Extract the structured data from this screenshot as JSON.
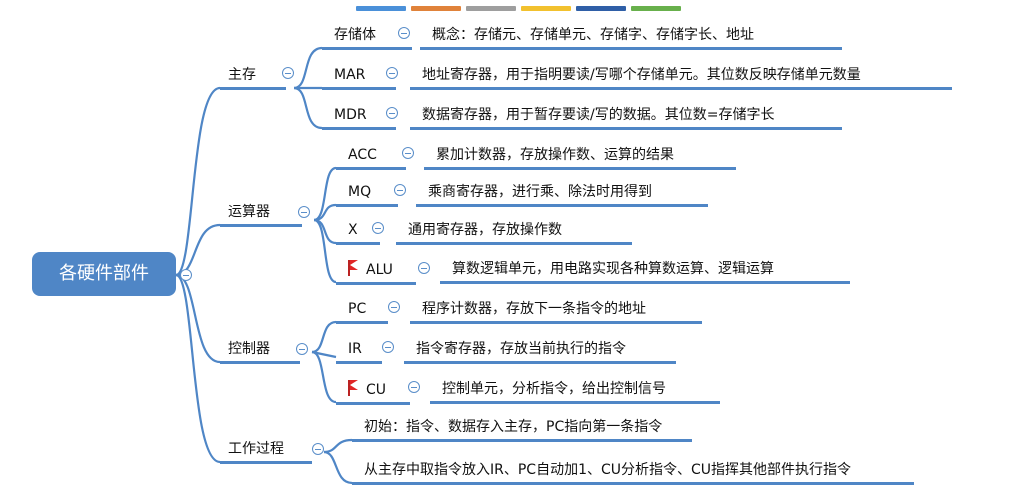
{
  "swatches": [
    "#4a90d9",
    "#e0823a",
    "#9e9e9e",
    "#f2c12e",
    "#2f5fa7",
    "#68b04c"
  ],
  "root": "各硬件部件",
  "branches": {
    "main_memory": {
      "label": "主存",
      "items": [
        {
          "name": "存储体",
          "desc": "概念：存储元、存储单元、存储字、存储字长、地址"
        },
        {
          "name": "MAR",
          "desc": "地址寄存器，用于指明要读/写哪个存储单元。其位数反映存储单元数量"
        },
        {
          "name": "MDR",
          "desc": "数据寄存器，用于暂存要读/写的数据。其位数=存储字长"
        }
      ]
    },
    "alu": {
      "label": "运算器",
      "items": [
        {
          "name": "ACC",
          "desc": "累加计数器，存放操作数、运算的结果"
        },
        {
          "name": "MQ",
          "desc": "乘商寄存器，进行乘、除法时用得到"
        },
        {
          "name": "X",
          "desc": "通用寄存器，存放操作数"
        },
        {
          "name": "ALU",
          "desc": "算数逻辑单元，用电路实现各种算数运算、逻辑运算"
        }
      ]
    },
    "control": {
      "label": "控制器",
      "items": [
        {
          "name": "PC",
          "desc": "程序计数器，存放下一条指令的地址"
        },
        {
          "name": "IR",
          "desc": "指令寄存器，存放当前执行的指令"
        },
        {
          "name": "CU",
          "desc": "控制单元，分析指令，给出控制信号"
        }
      ]
    },
    "process": {
      "label": "工作过程",
      "items": [
        "初始：指令、数据存入主存，PC指向第一条指令",
        "从主存中取指令放入IR、PC自动加1、CU分析指令、CU指挥其他部件执行指令"
      ]
    }
  }
}
